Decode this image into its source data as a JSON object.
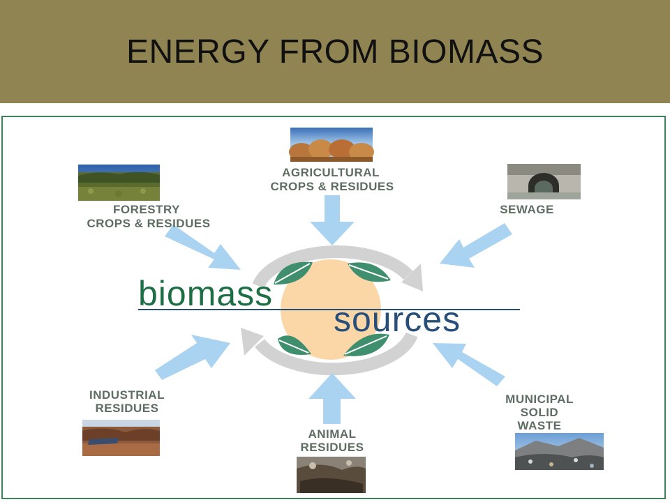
{
  "title": "ENERGY FROM BIOMASS",
  "colors": {
    "title_bar": "#8f8452",
    "frame": "#3f7f5a",
    "arrow": "#a9d3f1",
    "center_circle": "#fbd7a8",
    "leaf": "#3f8f6f",
    "cycle_arrow": "#c9c9c9"
  },
  "center": {
    "word1": "biomass",
    "word2": "sources"
  },
  "sources": {
    "agricultural": {
      "line1": "AGRICULTURAL",
      "line2": "CROPS & RESIDUES",
      "image": "hay-bales-photo"
    },
    "forestry": {
      "line1": "FORESTRY",
      "line2": "CROPS & RESIDUES",
      "image": "forest-photo"
    },
    "sewage": {
      "line1": "SEWAGE",
      "image": "sewage-pipe-photo"
    },
    "industrial": {
      "line1": "INDUSTRIAL",
      "line2": "RESIDUES",
      "image": "industrial-residue-photo"
    },
    "animal": {
      "line1": "ANIMAL",
      "line2": "RESIDUES",
      "image": "animal-residue-photo"
    },
    "municipal": {
      "line1": "MUNICIPAL",
      "line2": "SOLID",
      "line3": "WASTE",
      "image": "landfill-photo"
    }
  }
}
